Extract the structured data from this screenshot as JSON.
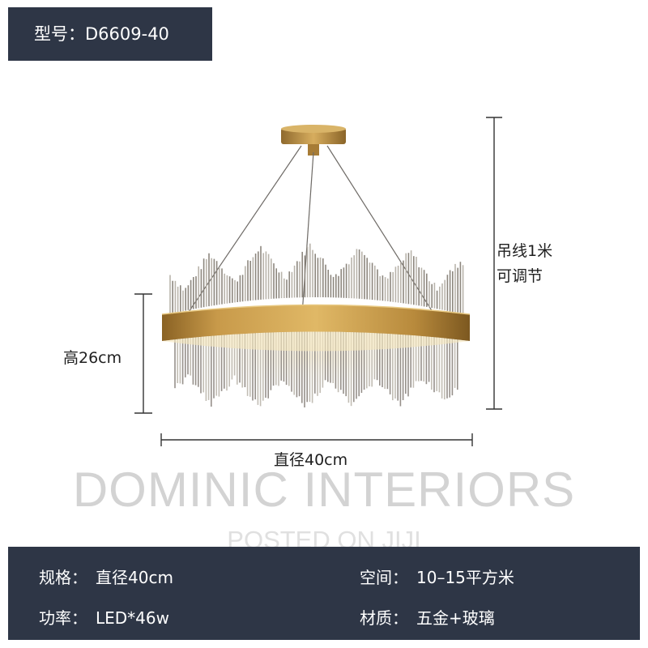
{
  "model": {
    "label": "型号：",
    "value": "D6609-40"
  },
  "dimensions": {
    "height": "高26cm",
    "diameter": "直径40cm",
    "cable_line1": "吊线1米",
    "cable_line2": "可调节"
  },
  "watermark": {
    "main": "DOMINIC INTERIORS",
    "sub": "POSTED ON JIJI"
  },
  "specs": [
    {
      "label": "规格：",
      "value": "直径40cm"
    },
    {
      "label": "空间：",
      "value": "10–15平方米"
    },
    {
      "label": "功率：",
      "value": "LED*46w"
    },
    {
      "label": "材质：",
      "value": "五金+玻璃"
    }
  ],
  "colors": {
    "panel": "#2e3646",
    "gold": "#b8893a",
    "text": "#1f1f1f"
  }
}
